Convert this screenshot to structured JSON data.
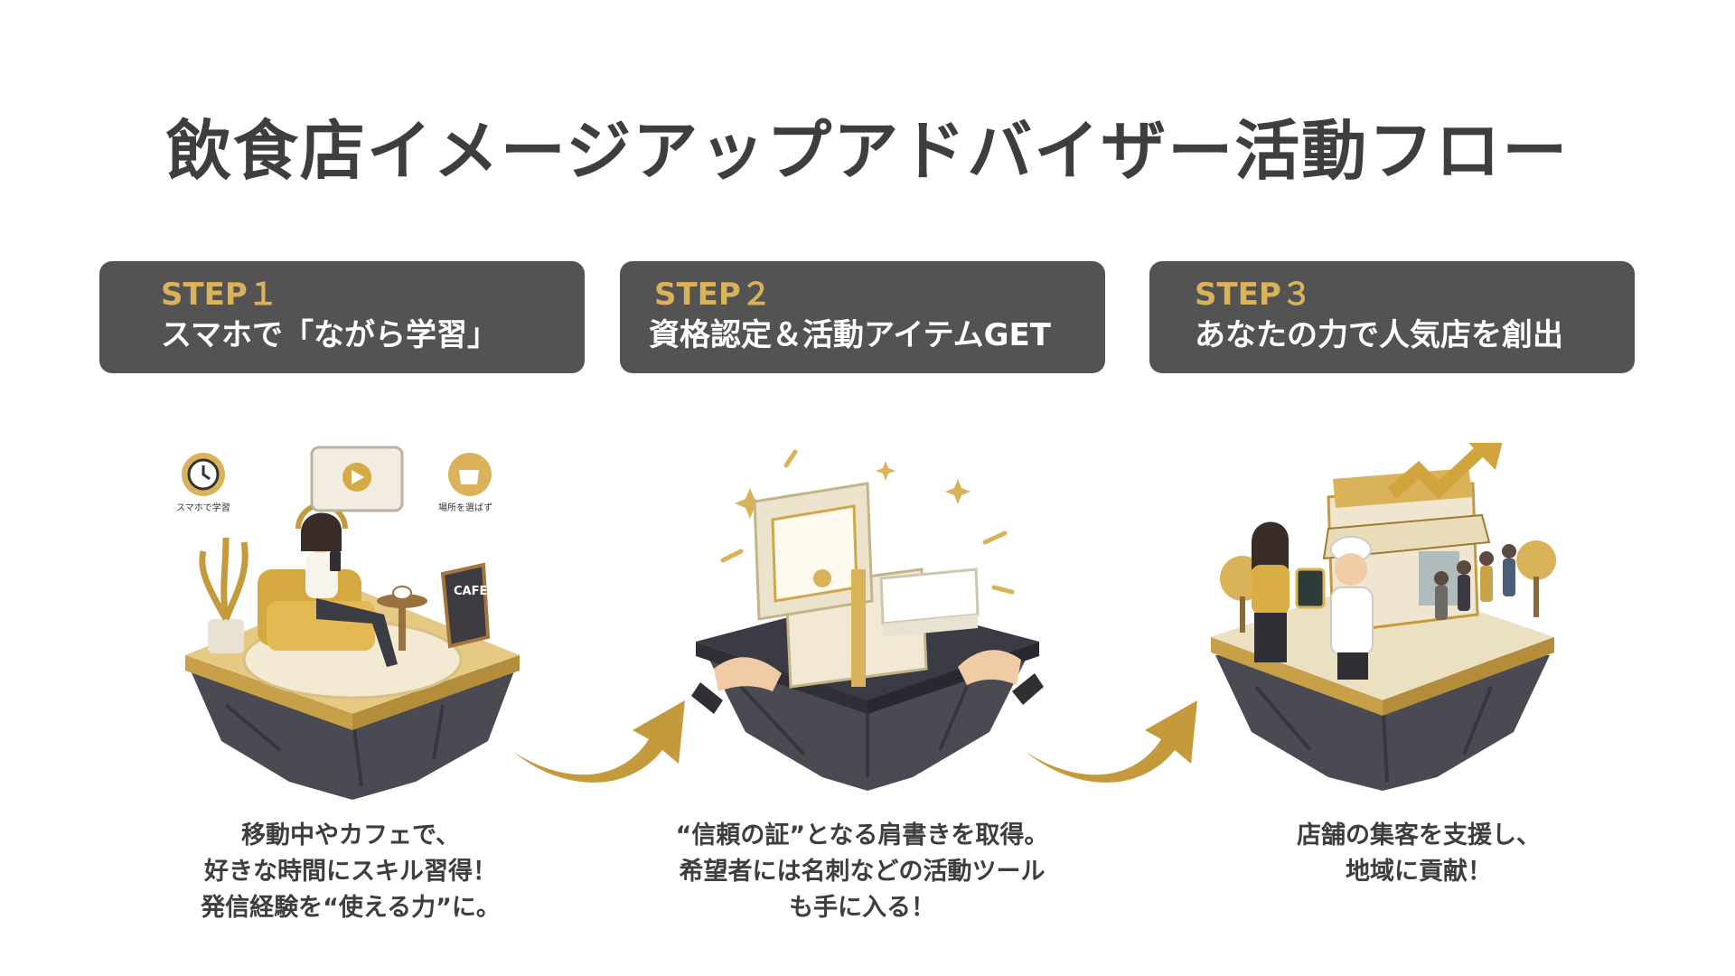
{
  "title": "飲食店イメージアップアドバイザー活動フロー",
  "steps": [
    {
      "label": "STEP１",
      "heading": "スマホで「ながら学習」",
      "illustration_text": [
        "スマホで学習",
        "場所を選ばず",
        "CAFE"
      ],
      "description": [
        "移動中やカフェで、",
        "好きな時間にスキル習得！",
        "発信経験を“使える力”に。"
      ]
    },
    {
      "label": "STEP２",
      "heading": "資格認定＆活動アイテムGET",
      "description": [
        "“信頼の証”となる肩書きを取得。",
        "希望者には名刺などの活動ツール",
        "も手に入る！"
      ]
    },
    {
      "label": "STEP３",
      "heading": "あなたの力で人気店を創出",
      "description": [
        "店舗の集客を支援し、",
        "地域に貢献！"
      ]
    }
  ],
  "colors": {
    "gold": "#d9b25a",
    "panel": "#535353",
    "text": "#3e3e3e",
    "rock": "#4a4a52"
  }
}
